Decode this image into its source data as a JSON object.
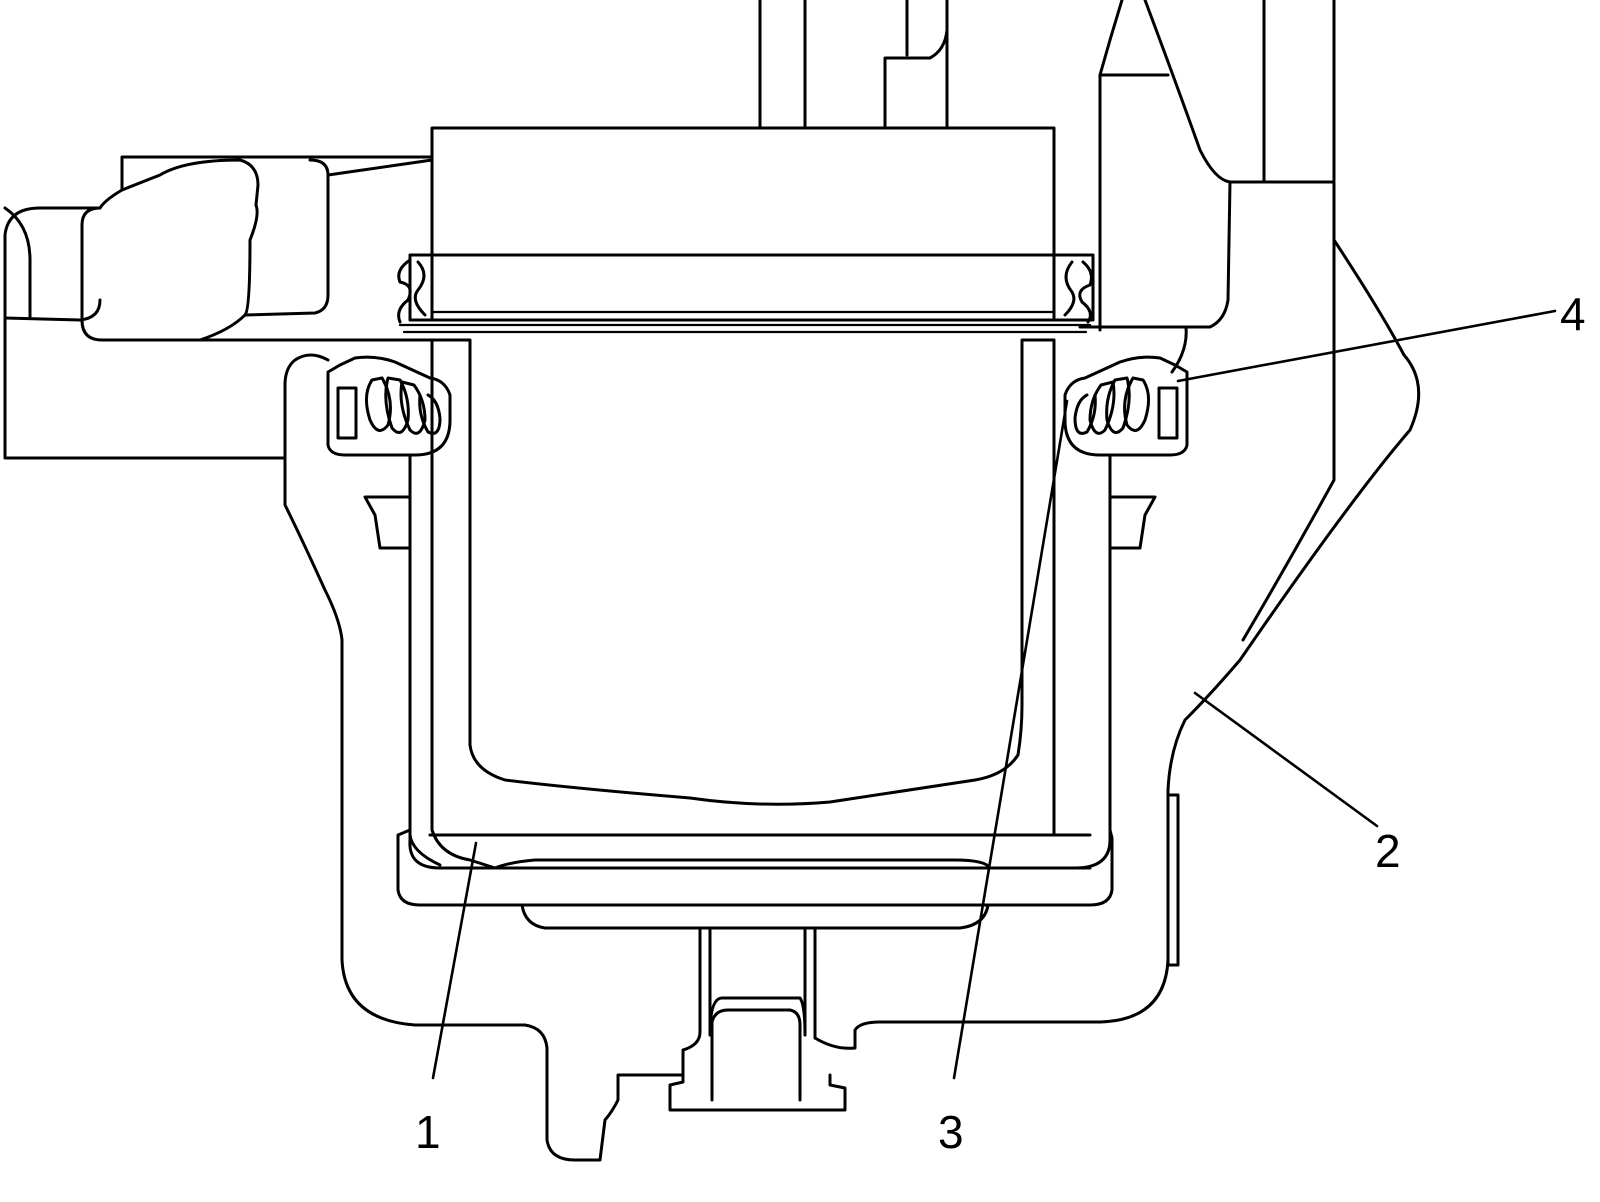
{
  "callouts": [
    {
      "id": "c1",
      "label": "1"
    },
    {
      "id": "c2",
      "label": "2"
    },
    {
      "id": "c3",
      "label": "3"
    },
    {
      "id": "c4",
      "label": "4"
    }
  ]
}
